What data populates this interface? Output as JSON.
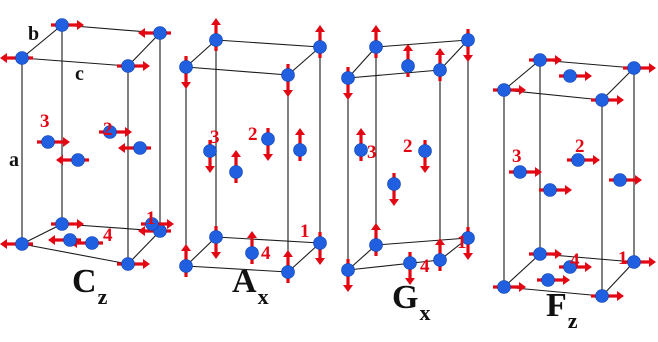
{
  "colors": {
    "atom": "#1f5fe0",
    "spin": "#e30613",
    "edge": "#1a1a1a",
    "label": "#111111",
    "site_number": "#e30613"
  },
  "axes_labels": {
    "a": "a",
    "b": "b",
    "c": "c"
  },
  "panels": [
    {
      "mode": "C",
      "subscript": "z",
      "spin_axis": "z",
      "site_numbers": {
        "1": "1",
        "2": "2",
        "3": "3",
        "4": "4"
      },
      "spins": {
        "1": "+",
        "2": "-",
        "3": "+",
        "4": "-"
      }
    },
    {
      "mode": "A",
      "subscript": "x",
      "spin_axis": "x",
      "site_numbers": {
        "1": "1",
        "2": "2",
        "3": "3",
        "4": "4"
      },
      "spins": {
        "1": "+",
        "2": "-",
        "3": "-",
        "4": "+"
      }
    },
    {
      "mode": "G",
      "subscript": "x",
      "spin_axis": "x",
      "site_numbers": {
        "1": "1",
        "2": "2",
        "3": "3",
        "4": "4"
      },
      "spins": {
        "1": "+",
        "2": "-",
        "3": "+",
        "4": "-"
      }
    },
    {
      "mode": "F",
      "subscript": "z",
      "spin_axis": "z",
      "site_numbers": {
        "1": "1",
        "2": "2",
        "3": "3",
        "4": "4"
      },
      "spins": {
        "1": "+",
        "2": "+",
        "3": "+",
        "4": "+"
      }
    }
  ]
}
